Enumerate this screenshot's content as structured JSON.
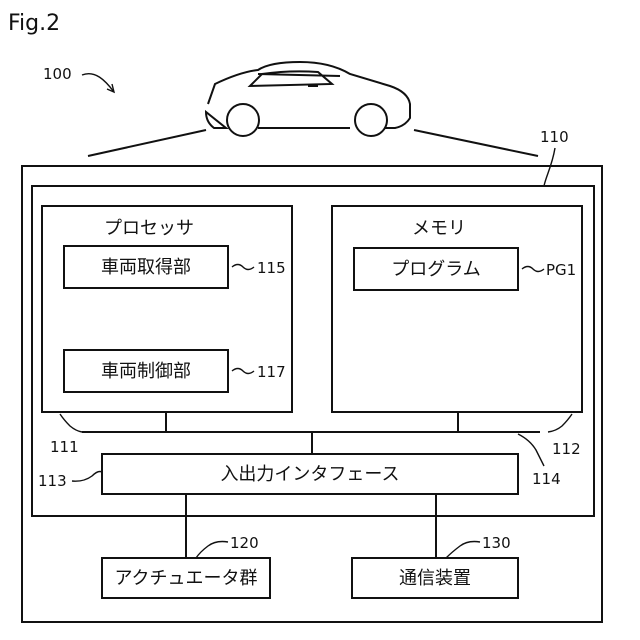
{
  "figure": {
    "title": "Fig.2"
  },
  "refs": {
    "system": "100",
    "controller": "110",
    "processor_block": "111",
    "memory_block": "112",
    "io_interface": "113",
    "bus": "114",
    "vehicle_acquisition": "115",
    "vehicle_control": "117",
    "actuator_group": "120",
    "communication_device": "130",
    "program": "PG1"
  },
  "blocks": {
    "processor": "プロセッサ",
    "memory": "メモリ",
    "vehicle_acquisition": "車両取得部",
    "vehicle_control": "車両制御部",
    "program": "プログラム",
    "io_interface": "入出力インタフェース",
    "actuator_group": "アクチュエータ群",
    "communication_device": "通信装置"
  }
}
